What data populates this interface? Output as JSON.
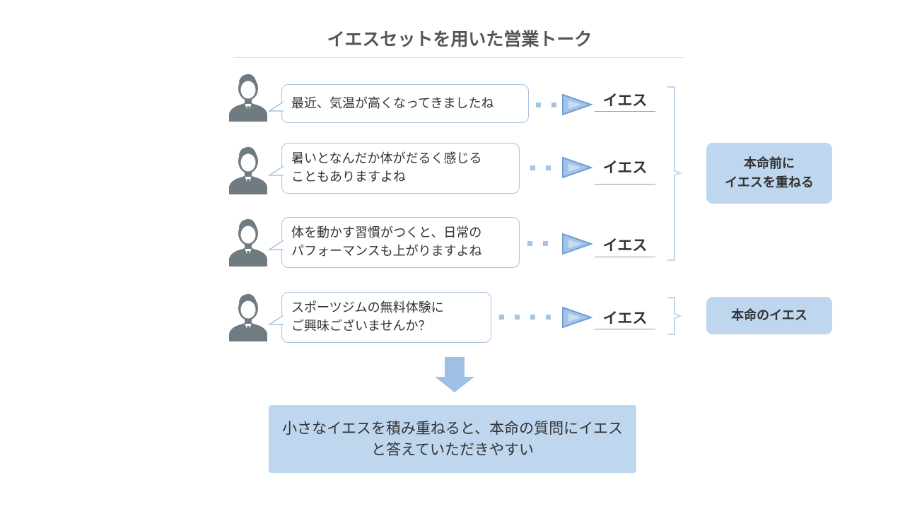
{
  "title": "イエスセットを用いた営業トーク",
  "rows": [
    {
      "lines": [
        "最近、気温が高くなってきましたね"
      ],
      "answer": "イエス"
    },
    {
      "lines": [
        "暑いとなんだか体がだるく感じる",
        "こともありますよね"
      ],
      "answer": "イエス"
    },
    {
      "lines": [
        "体を動かす習慣がつくと、日常の",
        "パフォーマンスも上がりますよね"
      ],
      "answer": "イエス"
    },
    {
      "lines": [
        "スポーツジムの無料体験に",
        "ご興味ございませんか？"
      ],
      "answer": "イエス"
    }
  ],
  "tags": {
    "pre": [
      "本命前に",
      "イエスを重ねる"
    ],
    "main": "本命のイエス"
  },
  "result": "小さなイエスを積み重ねると、本命の質問にイエスと答えていただきやすい",
  "icons": {
    "person": "businessman-icon",
    "arrow": "triangle-arrow-icon",
    "down": "down-arrow-icon"
  },
  "colors": {
    "accent": "#bed6ee",
    "arrow": "#7aa7d9",
    "bubble_border": "#a9c4df",
    "person": "#6f7b80"
  }
}
